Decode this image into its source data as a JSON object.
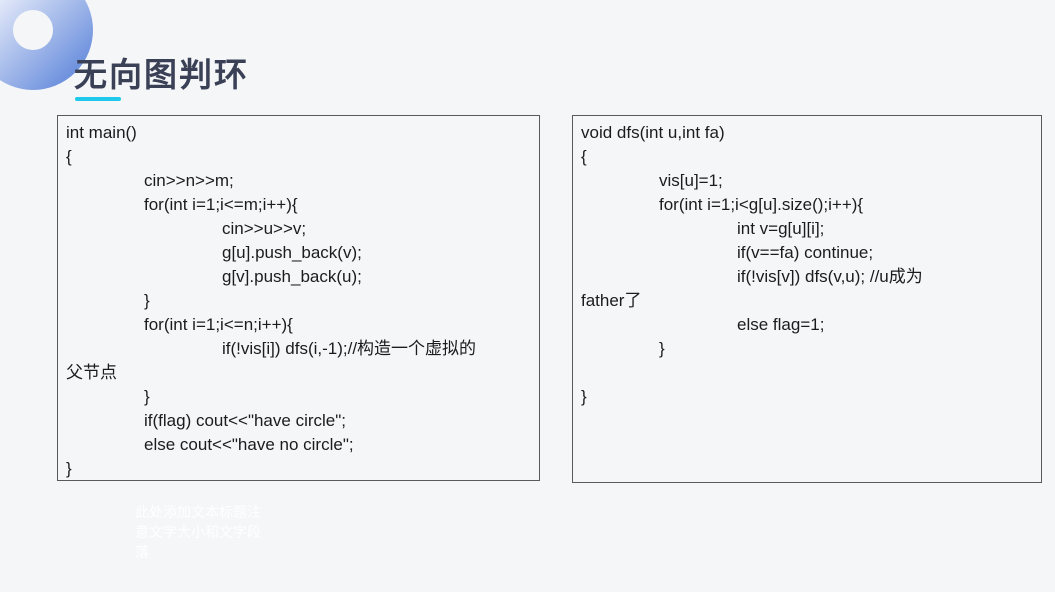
{
  "slide": {
    "title": "无向图判环",
    "accent_color": "#1ec9ec",
    "title_color": "#3a4156",
    "background_color": "#f5f6f8"
  },
  "decoration": {
    "ring_gradient_start": "#f0f3fc",
    "ring_gradient_end": "#7093de"
  },
  "code_left": {
    "lines": [
      {
        "text": "int main()",
        "indent": 0
      },
      {
        "text": "{",
        "indent": 0
      },
      {
        "text": "cin>>n>>m;",
        "indent": 1
      },
      {
        "text": "for(int i=1;i<=m;i++){",
        "indent": 1
      },
      {
        "text": "cin>>u>>v;",
        "indent": 2
      },
      {
        "text": "g[u].push_back(v);",
        "indent": 2
      },
      {
        "text": "g[v].push_back(u);",
        "indent": 2
      },
      {
        "text": "}",
        "indent": 1
      },
      {
        "text": "for(int i=1;i<=n;i++){",
        "indent": 1
      },
      {
        "text": "if(!vis[i]) dfs(i,-1);//构造一个虚拟的",
        "indent": 2
      },
      {
        "text": "父节点",
        "indent": 0
      },
      {
        "text": "}",
        "indent": 1
      },
      {
        "text": "if(flag) cout<<\"have circle\";",
        "indent": 1
      },
      {
        "text": "else  cout<<\"have no circle\";",
        "indent": 1
      },
      {
        "text": "}",
        "indent": 0
      }
    ]
  },
  "code_right": {
    "lines": [
      {
        "text": "void dfs(int u,int fa)",
        "indent": 0
      },
      {
        "text": "{",
        "indent": 0
      },
      {
        "text": "vis[u]=1;",
        "indent": 1
      },
      {
        "text": "for(int i=1;i<g[u].size();i++){",
        "indent": 1
      },
      {
        "text": "int v=g[u][i];",
        "indent": 2
      },
      {
        "text": "if(v==fa) continue;",
        "indent": 2
      },
      {
        "text": "if(!vis[v]) dfs(v,u); //u成为",
        "indent": 2
      },
      {
        "text": "father了",
        "indent": 0
      },
      {
        "text": "else flag=1;",
        "indent": 2
      },
      {
        "text": "}",
        "indent": 1
      },
      {
        "text": "",
        "indent": 0
      },
      {
        "text": "}",
        "indent": 0
      }
    ]
  },
  "placeholder": {
    "lines": [
      "此处添加文本标题注",
      "意文字大小和文字段",
      "落"
    ]
  }
}
